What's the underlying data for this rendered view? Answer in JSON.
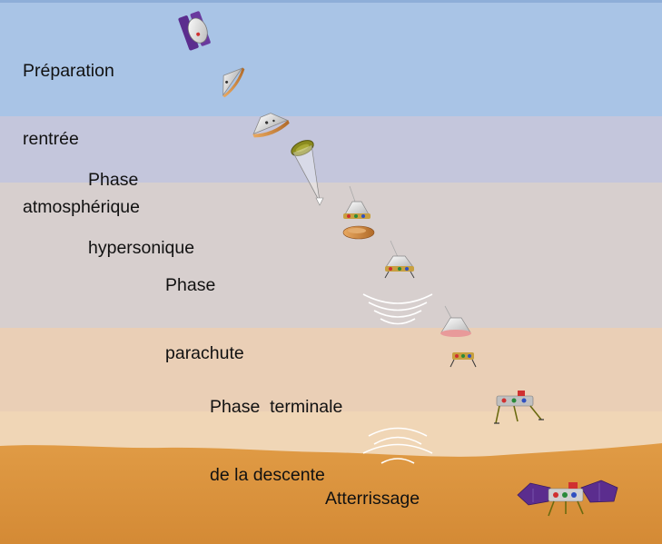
{
  "phases": {
    "atmospheric_entry": {
      "line1": "Préparation",
      "line2": "rentrée",
      "line3": "atmosphérique"
    },
    "hypersonic": {
      "line1": "Phase",
      "line2": "hypersonique"
    },
    "parachute": {
      "line1": "Phase",
      "line2": "parachute"
    },
    "terminal_descent": {
      "line1": "Phase  terminale",
      "line2": "de la descente"
    },
    "landing": {
      "label": "Atterrissage"
    }
  },
  "colors": {
    "sky_entry": "#a9c4e6",
    "sky_hypersonic": "#c4c6dc",
    "sky_parachute": "#d7cfce",
    "sky_terminal": "#eacfb6",
    "sky_low": "#f0d6b6",
    "ground": "#dc953e",
    "solar_panel": "#5b2d8e",
    "heat_shield": "#d08a42",
    "parachute_canopy": "#8a8a1e"
  }
}
